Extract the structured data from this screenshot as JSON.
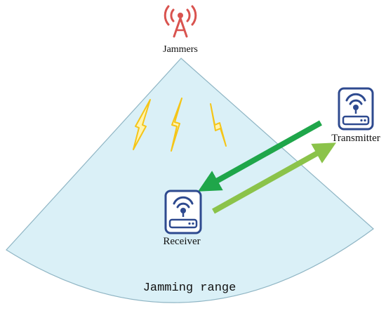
{
  "labels": {
    "jammers": "Jammers",
    "receiver": "Receiver",
    "transmitter": "Transmitter",
    "range": "Jamming range"
  },
  "icons": {
    "jammer": "radio-tower-icon",
    "receiver": "router-icon",
    "transmitter": "router-icon",
    "signal": "lightning-bolt-icon"
  },
  "colors": {
    "sector_fill": "#daf0f7",
    "sector_stroke": "#8fb5c4",
    "tower": "#d9534f",
    "device": "#2e4a8f",
    "bolt": "#f5c518",
    "arrow_dark": "#1fa64a",
    "arrow_light": "#8bc34a"
  }
}
